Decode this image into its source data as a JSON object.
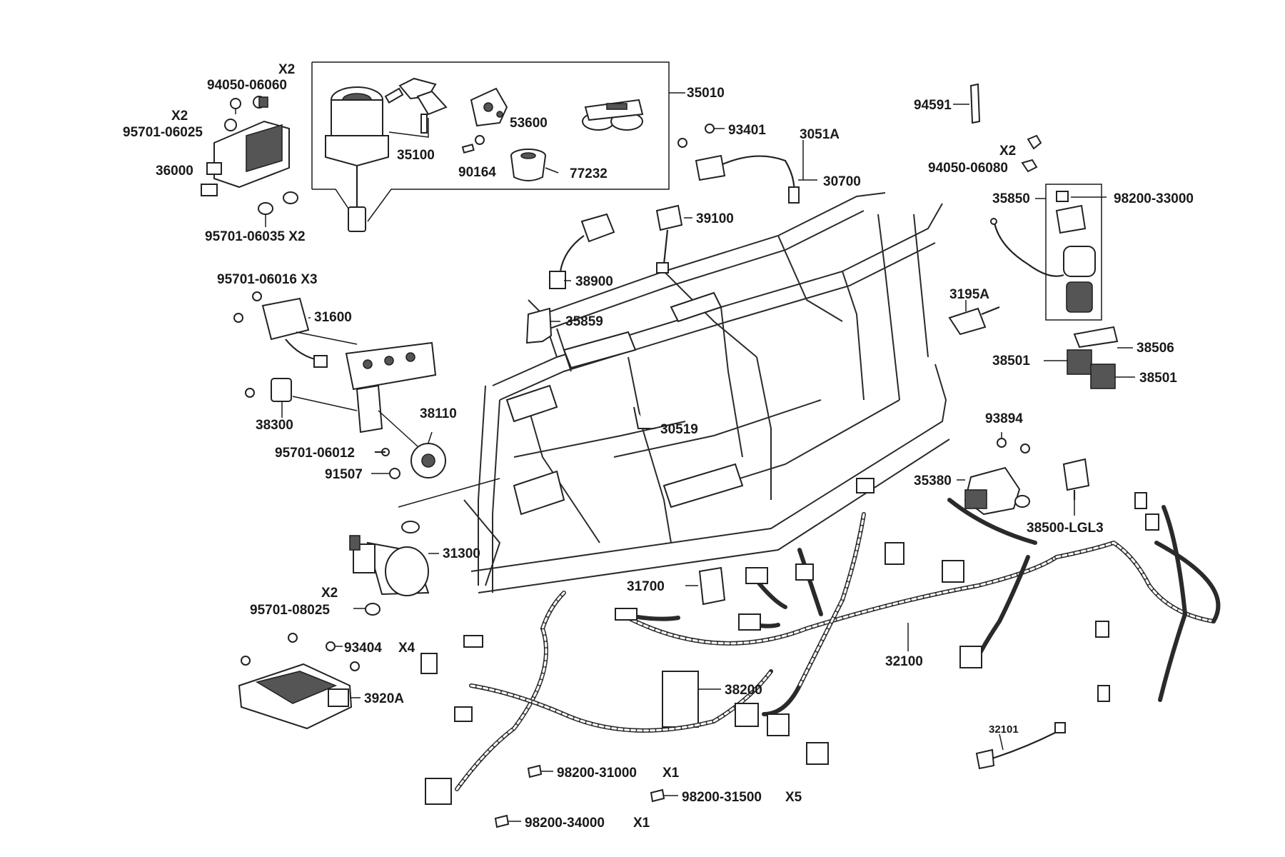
{
  "labels": {
    "p35010": "35010",
    "p94591": "94591",
    "p94050_06060": "94050-06060",
    "p95701_06025": "95701-06025",
    "p36000": "36000",
    "p95701_06035": "95701-06035 X2",
    "p35100": "35100",
    "p53600": "53600",
    "p90164": "90164",
    "p77232": "77232",
    "p93401": "93401",
    "p3051A": "3051A",
    "p30700": "30700",
    "p94050_06080": "94050-06080",
    "p35850": "35850",
    "p98200_33000": "98200-33000",
    "p39100": "39100",
    "p38900": "38900",
    "p95701_06016": "95701-06016 X3",
    "p31600": "31600",
    "p35859": "35859",
    "p3195A": "3195A",
    "p38506": "38506",
    "p38501a": "38501",
    "p38501b": "38501",
    "p38300": "38300",
    "p38110": "38110",
    "p30519": "30519",
    "p93894": "93894",
    "p95701_06012": "95701-06012",
    "p91507": "91507",
    "p35380": "35380",
    "p38500": "38500-LGL3",
    "p31300": "31300",
    "p31700": "31700",
    "p95701_08025": "95701-08025",
    "p93404": "93404",
    "p32100": "32100",
    "p3920A": "3920A",
    "p38200": "38200",
    "p32101": "32101",
    "p98200_31000": "98200-31000",
    "p98200_31500": "98200-31500",
    "p98200_34000": "98200-34000"
  },
  "qty": {
    "x2_a": "X2",
    "x2_b": "X2",
    "x2_c": "X2",
    "x2_d": "X2",
    "x4": "X4",
    "x1_a": "X1",
    "x5": "X5",
    "x1_b": "X1"
  },
  "colors": {
    "line": "#1a1a1a",
    "background": "#ffffff"
  }
}
